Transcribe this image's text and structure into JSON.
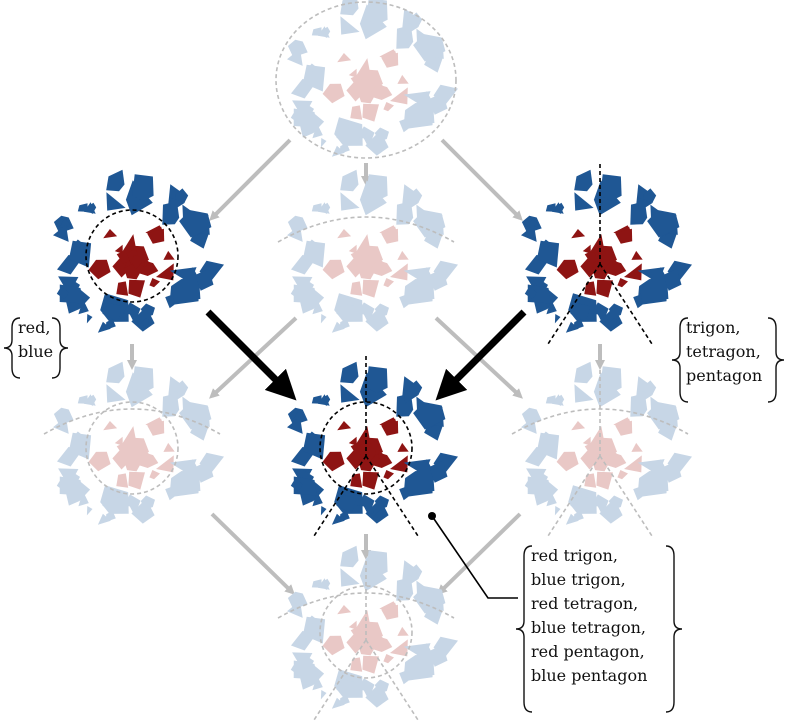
{
  "diagram": {
    "colors": {
      "blue": "#1f5794",
      "red": "#8e1413",
      "faded_blue": "#c7d6e6",
      "faded_red": "#e9c8c6",
      "arrow_gray": "#bdbdbd",
      "arrow_black": "#000000",
      "dashed_gray": "#bdbdbd",
      "dashed_black": "#000000"
    },
    "nodes": [
      {
        "id": "top",
        "faded": true,
        "partition": "none"
      },
      {
        "id": "color-split",
        "faded": false,
        "partition": "circle"
      },
      {
        "id": "middle-ring",
        "faded": true,
        "partition": "arc"
      },
      {
        "id": "shape-split",
        "faded": false,
        "partition": "rays"
      },
      {
        "id": "left-faded",
        "faded": true,
        "partition": "circle-arc"
      },
      {
        "id": "product",
        "faded": false,
        "partition": "circle-rays"
      },
      {
        "id": "right-faded",
        "faded": true,
        "partition": "rays-arc"
      },
      {
        "id": "bottom",
        "faded": true,
        "partition": "all"
      }
    ],
    "labels": {
      "colors": [
        "red,",
        "blue"
      ],
      "shapes": [
        "trigon,",
        "tetragon,",
        "pentagon"
      ],
      "combined": [
        "red trigon,",
        "blue trigon,",
        "red tetragon,",
        "blue tetragon,",
        "red pentagon,",
        "blue pentagon"
      ]
    }
  }
}
